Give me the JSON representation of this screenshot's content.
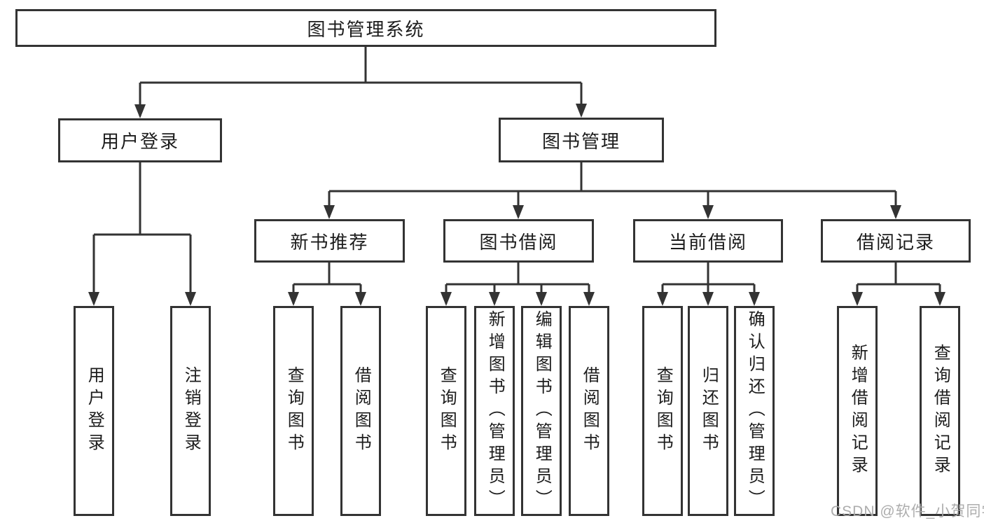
{
  "diagram": {
    "root": {
      "label": "图书管理系统"
    },
    "branches": [
      {
        "label": "用户登录",
        "children": [
          {
            "label": "用户登录"
          },
          {
            "label": "注销登录"
          }
        ]
      },
      {
        "label": "图书管理",
        "children": [
          {
            "label": "新书推荐",
            "children": [
              {
                "label": "查询图书"
              },
              {
                "label": "借阅图书"
              }
            ]
          },
          {
            "label": "图书借阅",
            "children": [
              {
                "label": "查询图书"
              },
              {
                "label": "新增图书（管理员）"
              },
              {
                "label": "编辑图书（管理员）"
              },
              {
                "label": "借阅图书"
              }
            ]
          },
          {
            "label": "当前借阅",
            "children": [
              {
                "label": "查询图书"
              },
              {
                "label": "归还图书"
              },
              {
                "label": "确认归还（管理员）"
              }
            ]
          },
          {
            "label": "借阅记录",
            "children": [
              {
                "label": "新增借阅记录"
              },
              {
                "label": "查询借阅记录"
              }
            ]
          }
        ]
      }
    ]
  },
  "watermark": {
    "text": "CSDN @软件_小贺同学"
  },
  "colors": {
    "line": "#333333",
    "box_border": "#333333",
    "text": "#1c1c1c",
    "watermark": "#a9a9a9",
    "background": "#ffffff"
  }
}
